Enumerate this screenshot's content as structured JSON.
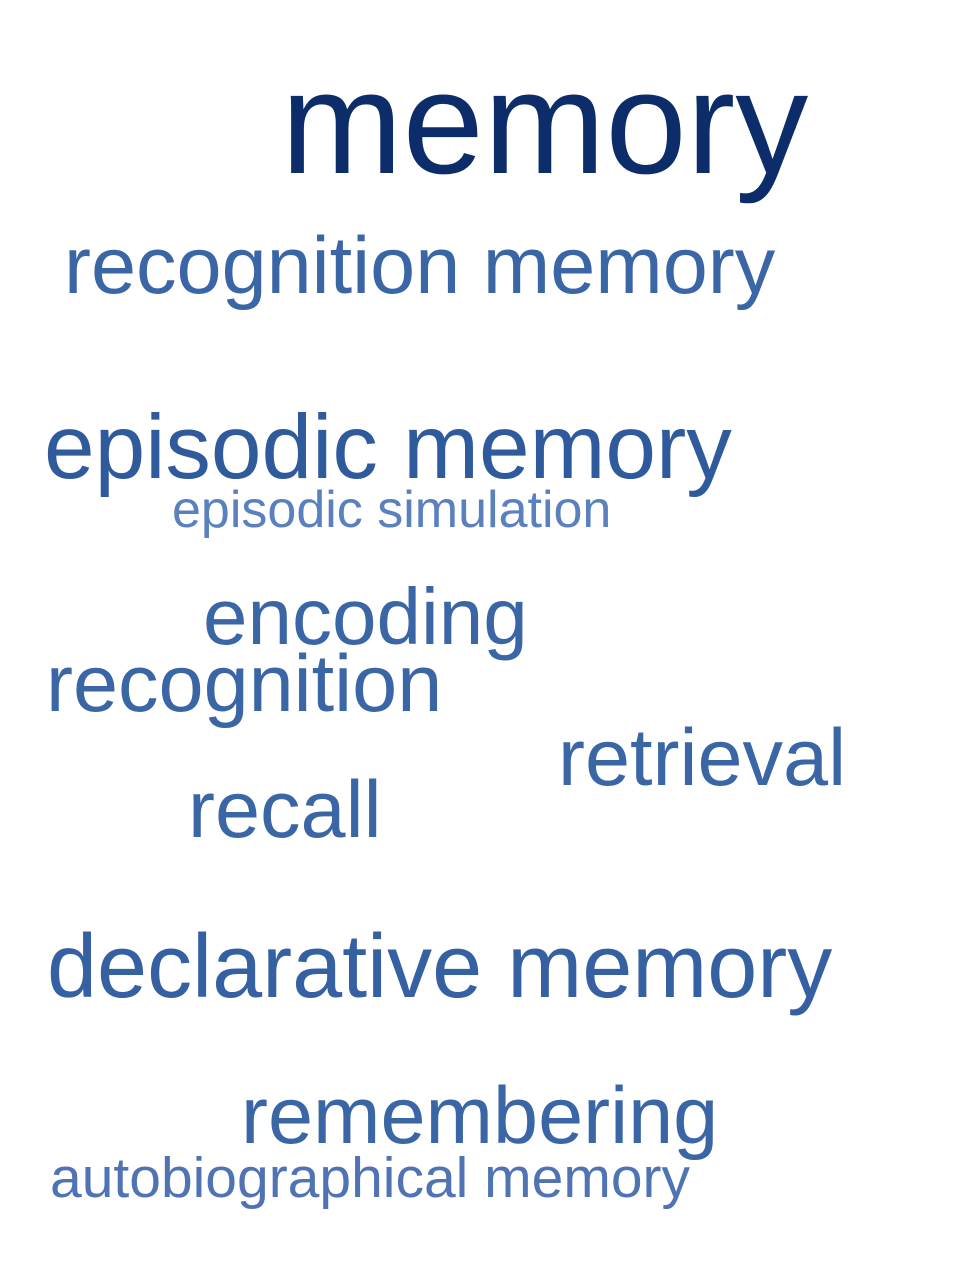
{
  "words": [
    {
      "text": "memory",
      "color": "#0c2d69"
    },
    {
      "text": "recognition memory",
      "color": "#3a66a6"
    },
    {
      "text": "episodic memory",
      "color": "#2f5b9c"
    },
    {
      "text": "episodic simulation",
      "color": "#5a80bd"
    },
    {
      "text": "encoding",
      "color": "#3a66a6"
    },
    {
      "text": "recognition",
      "color": "#3a66a6"
    },
    {
      "text": "retrieval",
      "color": "#3a66a6"
    },
    {
      "text": "recall",
      "color": "#3a66a6"
    },
    {
      "text": "declarative memory",
      "color": "#3561a2"
    },
    {
      "text": "remembering",
      "color": "#3a66a6"
    },
    {
      "text": "autobiographical memory",
      "color": "#5074b3"
    }
  ]
}
